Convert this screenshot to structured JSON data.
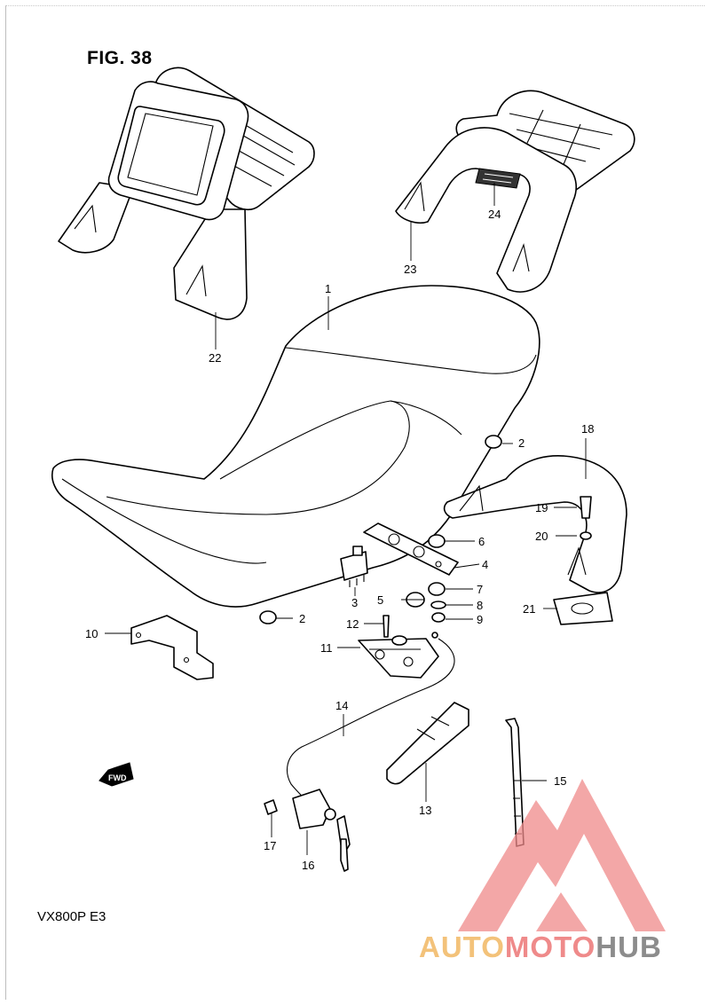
{
  "figure": {
    "title": "FIG. 38",
    "model_code": "VX800P  E3"
  },
  "colors": {
    "line": "#000000",
    "paper": "#ffffff",
    "logo_gold": "#f3c27a",
    "logo_red": "#ef8a8a",
    "logo_gray": "#8c8c8c"
  },
  "callouts": [
    {
      "num": "1",
      "part": "seat"
    },
    {
      "num": "2",
      "part": "cushion"
    },
    {
      "num": "2",
      "part": "cushion"
    },
    {
      "num": "3",
      "part": "hook"
    },
    {
      "num": "4",
      "part": "plate"
    },
    {
      "num": "5",
      "part": "cushion"
    },
    {
      "num": "6",
      "part": "cushion"
    },
    {
      "num": "7",
      "part": "cushion"
    },
    {
      "num": "8",
      "part": "washer"
    },
    {
      "num": "9",
      "part": "nut"
    },
    {
      "num": "10",
      "part": "bracket"
    },
    {
      "num": "11",
      "part": "seat lock"
    },
    {
      "num": "12",
      "part": "screw"
    },
    {
      "num": "13",
      "part": "case"
    },
    {
      "num": "14",
      "part": "cable"
    },
    {
      "num": "15",
      "part": "band"
    },
    {
      "num": "16",
      "part": "lock set"
    },
    {
      "num": "17",
      "part": "screw"
    },
    {
      "num": "18",
      "part": "rear grip"
    },
    {
      "num": "19",
      "part": "bolt"
    },
    {
      "num": "20",
      "part": "washer"
    },
    {
      "num": "21",
      "part": "cushion"
    },
    {
      "num": "22",
      "part": "rear carrier w/ backrest"
    },
    {
      "num": "23",
      "part": "rear carrier"
    },
    {
      "num": "24",
      "part": "reflector"
    }
  ],
  "fwd_arrow": {
    "label": "FWD",
    "icon": "forward-arrow-icon"
  },
  "watermark": {
    "part1": "AUTO",
    "part2": "MOTO",
    "part3": "HUB",
    "icon": "triangle-m-logo-icon"
  }
}
